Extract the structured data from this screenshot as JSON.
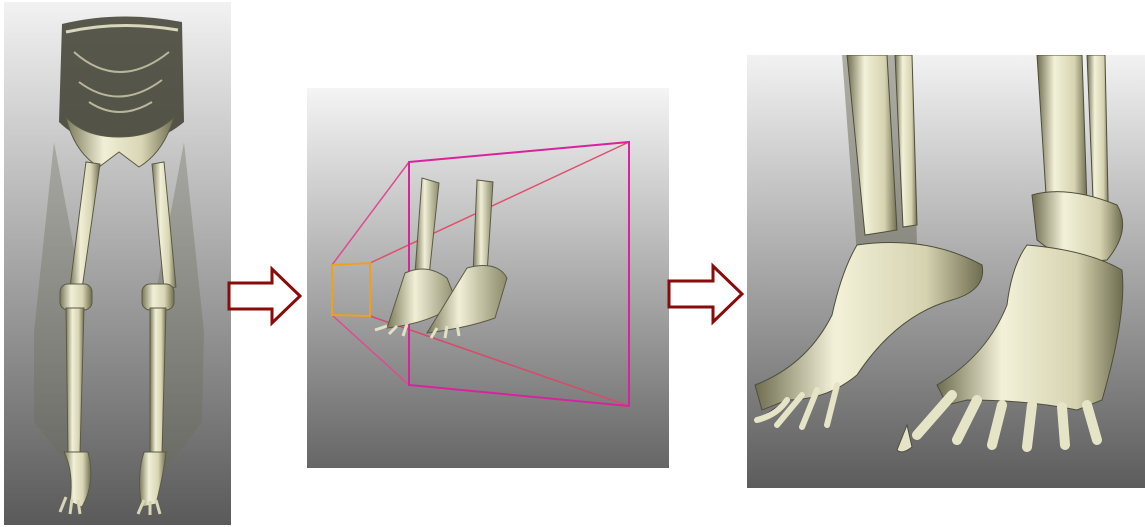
{
  "figure": {
    "panels": [
      {
        "id": "full-body",
        "content": "volume-rendered-lower-body-skeleton"
      },
      {
        "id": "camera-frustum",
        "content": "volume-rendered-feet-with-view-frustum"
      },
      {
        "id": "close-up",
        "content": "volume-rendered-feet-close-up"
      }
    ],
    "arrows": [
      "right-arrow-icon",
      "right-arrow-icon"
    ],
    "colors": {
      "background_top": "#f2f2f2",
      "background_bottom": "#5a5a5a",
      "bone": "#e8e6c8",
      "bone_shadow": "#8c8a6a",
      "frustum_far": "#d8249c",
      "frustum_near": "#f0a020",
      "arrow_stroke": "#8b0a0a"
    }
  }
}
